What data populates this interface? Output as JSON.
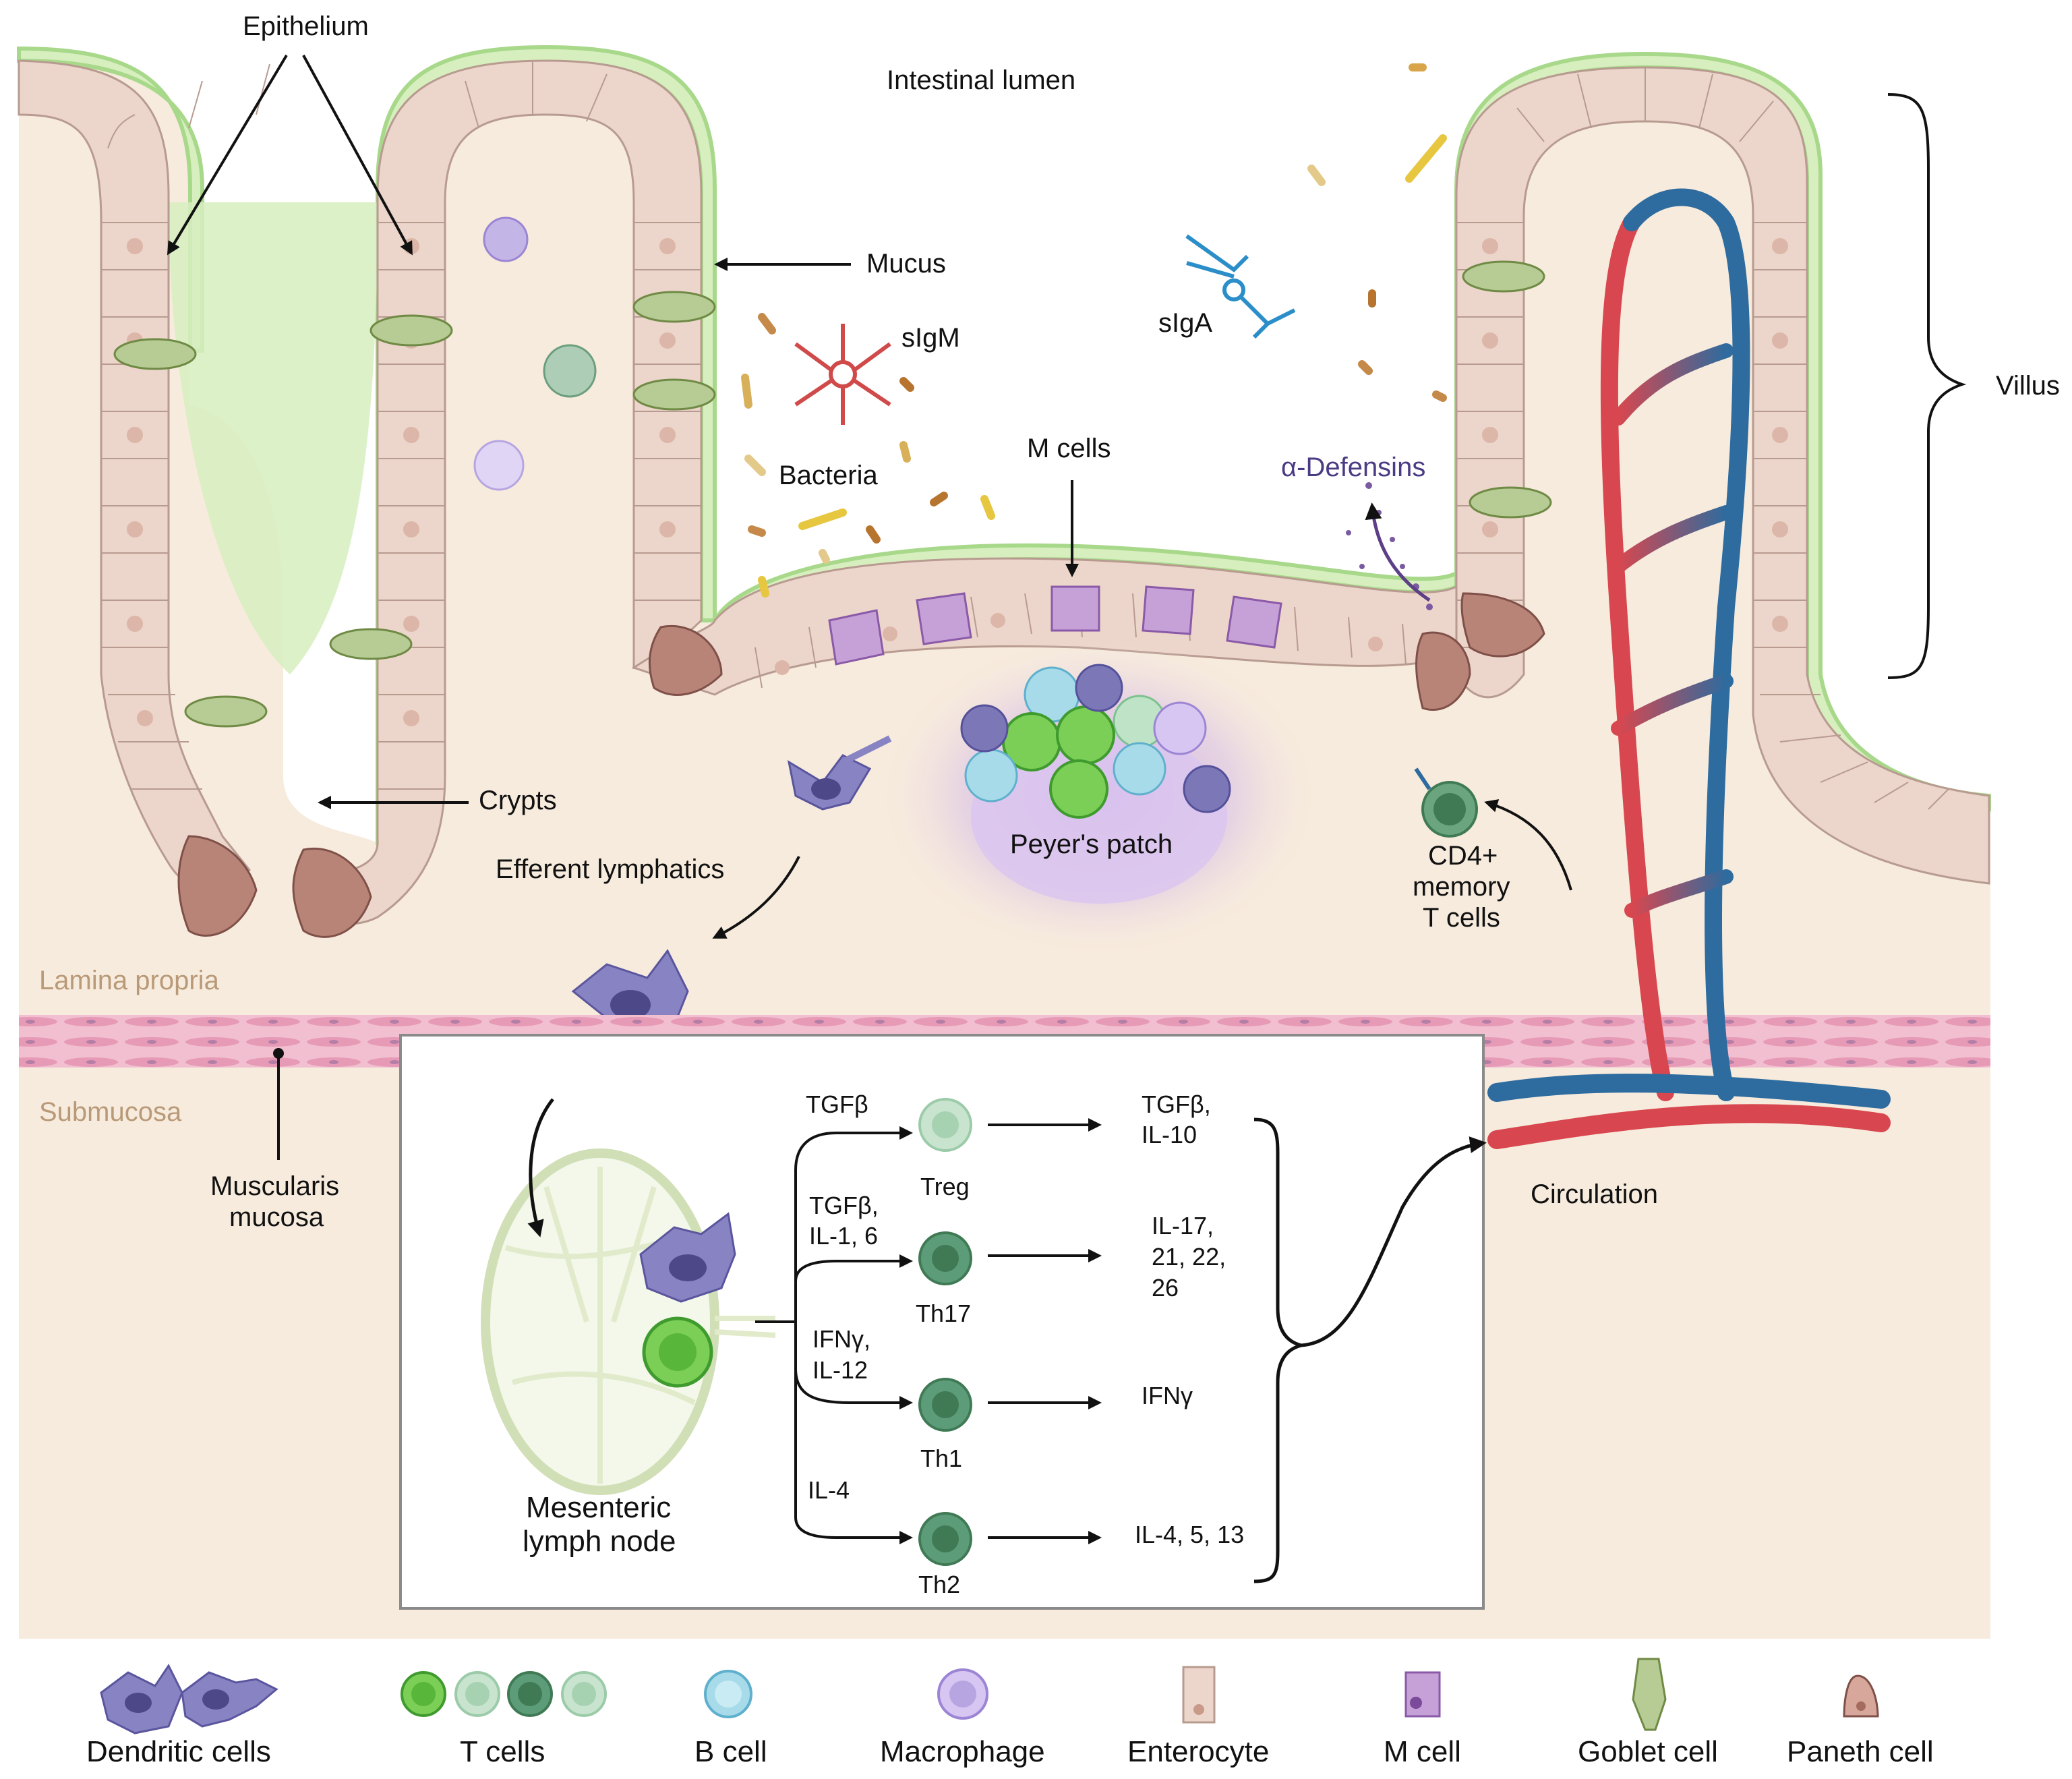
{
  "labels": {
    "epithelium": "Epithelium",
    "intestinal_lumen": "Intestinal lumen",
    "mucus": "Mucus",
    "sigm": "sIgM",
    "siga": "sIgA",
    "bacteria": "Bacteria",
    "m_cells": "M cells",
    "alpha_defensins": "α-Defensins",
    "villus": "Villus",
    "crypts": "Crypts",
    "peyers_patch": "Peyer's patch",
    "efferent_lymphatics": "Efferent lymphatics",
    "cd4_line1": "CD4+",
    "cd4_line2": "memory",
    "cd4_line3": "T cells",
    "lamina_propria": "Lamina propria",
    "submucosa": "Submucosa",
    "muscularis_line1": "Muscularis",
    "muscularis_line2": "mucosa",
    "circulation": "Circulation",
    "mln_line1": "Mesenteric",
    "mln_line2": "lymph node"
  },
  "differentiation": [
    {
      "inducer": [
        "TGFβ"
      ],
      "cell": "Treg",
      "cytokines": [
        "TGFβ,",
        "IL-10"
      ]
    },
    {
      "inducer": [
        "TGFβ,",
        "IL-1, 6"
      ],
      "cell": "Th17",
      "cytokines": [
        "IL-17,",
        "21, 22,",
        "26"
      ]
    },
    {
      "inducer": [
        "IFNγ,",
        "IL-12"
      ],
      "cell": "Th1",
      "cytokines": [
        "IFNγ"
      ]
    },
    {
      "inducer": [
        "IL-4"
      ],
      "cell": "Th2",
      "cytokines": [
        "IL-4, 5, 13"
      ]
    }
  ],
  "legend": [
    {
      "label": "Dendritic cells",
      "icon": "dendritic-cell-icon"
    },
    {
      "label": "T cells",
      "icon": "t-cell-icon"
    },
    {
      "label": "B cell",
      "icon": "b-cell-icon"
    },
    {
      "label": "Macrophage",
      "icon": "macrophage-icon"
    },
    {
      "label": "Enterocyte",
      "icon": "enterocyte-icon"
    },
    {
      "label": "M cell",
      "icon": "m-cell-icon"
    },
    {
      "label": "Goblet cell",
      "icon": "goblet-cell-icon"
    },
    {
      "label": "Paneth cell",
      "icon": "paneth-cell-icon"
    }
  ],
  "colors": {
    "tissue_bg": "#f7ebdd",
    "mucus": "#d7efbf",
    "epithelium": "#ecd5ca",
    "artery": "#d8474f",
    "vein": "#2e6b9e",
    "dendritic": "#7c78b8",
    "t_cell_bright": "#6cc04a",
    "t_cell_dark": "#3f8a5f",
    "b_cell": "#9bd6e6",
    "macrophage": "#c3b6e6",
    "m_cell": "#a77bc4",
    "goblet": "#7f9c52",
    "paneth": "#a56b5e",
    "muscularis": "#e8a6c0"
  }
}
